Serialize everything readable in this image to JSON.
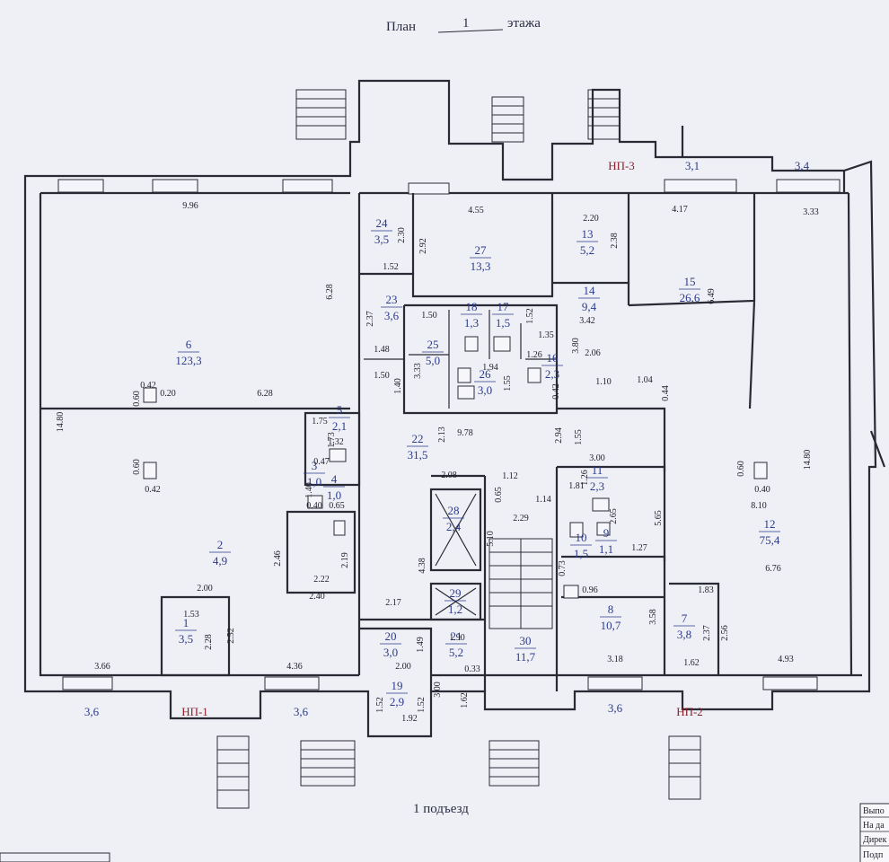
{
  "title": {
    "prefix": "План",
    "floor": "1",
    "suffix": "этажа"
  },
  "entrance_label": "1 подъезд",
  "stamp_lines": [
    "Выпо",
    "На да",
    "Дирек",
    "Подп"
  ],
  "colors": {
    "wall": "#2a2a35",
    "room_label": "#2b3a8c",
    "np_label": "#8a1f2a",
    "background": "#eef0f6"
  },
  "rooms": [
    {
      "num": "1",
      "area": "3,5"
    },
    {
      "num": "2",
      "area": "4,9"
    },
    {
      "num": "3",
      "area": "1,0"
    },
    {
      "num": "4",
      "area": "1,0"
    },
    {
      "num": "5",
      "area": "2,1"
    },
    {
      "num": "6",
      "area": "123,3"
    },
    {
      "num": "7",
      "area": "3,8"
    },
    {
      "num": "8",
      "area": "10,7"
    },
    {
      "num": "9",
      "area": "1,1"
    },
    {
      "num": "10",
      "area": "1,5"
    },
    {
      "num": "11",
      "area": "2,3"
    },
    {
      "num": "12",
      "area": "75,4"
    },
    {
      "num": "13",
      "area": "5,2"
    },
    {
      "num": "14",
      "area": "9,4"
    },
    {
      "num": "15",
      "area": "26,6"
    },
    {
      "num": "16",
      "area": "2,3"
    },
    {
      "num": "17",
      "area": "1,5"
    },
    {
      "num": "18",
      "area": "1,3"
    },
    {
      "num": "19",
      "area": "2,9"
    },
    {
      "num": "20",
      "area": "3,0"
    },
    {
      "num": "21",
      "area": "5,2"
    },
    {
      "num": "22",
      "area": "31,5"
    },
    {
      "num": "23",
      "area": "3,6"
    },
    {
      "num": "24",
      "area": "3,5"
    },
    {
      "num": "25",
      "area": "5,0"
    },
    {
      "num": "26",
      "area": "3,0"
    },
    {
      "num": "27",
      "area": "13,3"
    },
    {
      "num": "28",
      "area": "2,4"
    },
    {
      "num": "29",
      "area": "1,2"
    },
    {
      "num": "30",
      "area": "11,7"
    }
  ],
  "np_labels": [
    "НП-1",
    "НП-2",
    "НП-3"
  ],
  "porch_areas": [
    "3,6",
    "3,6",
    "3,6",
    "3,1",
    "3,4"
  ],
  "dimensions": [
    "9.96",
    "4.55",
    "2.20",
    "4.17",
    "3.33",
    "2.30",
    "2.92",
    "2.38",
    "6.28",
    "1.52",
    "2.37",
    "1.50",
    "1.52",
    "6.49",
    "3.42",
    "1.48",
    "1.35",
    "3.80",
    "2.06",
    "1.50",
    "1.94",
    "1.26",
    "3.33",
    "1.40",
    "1.55",
    "0.42",
    "1.10",
    "1.04",
    "0.44",
    "0.42",
    "0.20",
    "6.28",
    "0.60",
    "14.80",
    "1.73",
    "1.75",
    "1.32",
    "2.13",
    "9.78",
    "2.94",
    "1.55",
    "0.47",
    "0.60",
    "0.42",
    "2.08",
    "1.12",
    "0.65",
    "1.14",
    "3.00",
    "1.26",
    "1.81",
    "0.60",
    "0.40",
    "8.10",
    "14.80",
    "1.40",
    "0.40",
    "0.65",
    "2.29",
    "2.65",
    "5.65",
    "2.46",
    "2.19",
    "2.22",
    "5.10",
    "4.38",
    "0.73",
    "1.27",
    "6.76",
    "2.40",
    "0.96",
    "2.00",
    "2.17",
    "1.83",
    "1.53",
    "2.52",
    "2.28",
    "3.58",
    "2.37",
    "2.56",
    "1.90",
    "1.49",
    "3.66",
    "4.36",
    "2.00",
    "0.33",
    "3.18",
    "1.62",
    "4.93",
    "3.00",
    "1.62",
    "1.52",
    "1.52",
    "1.92"
  ]
}
